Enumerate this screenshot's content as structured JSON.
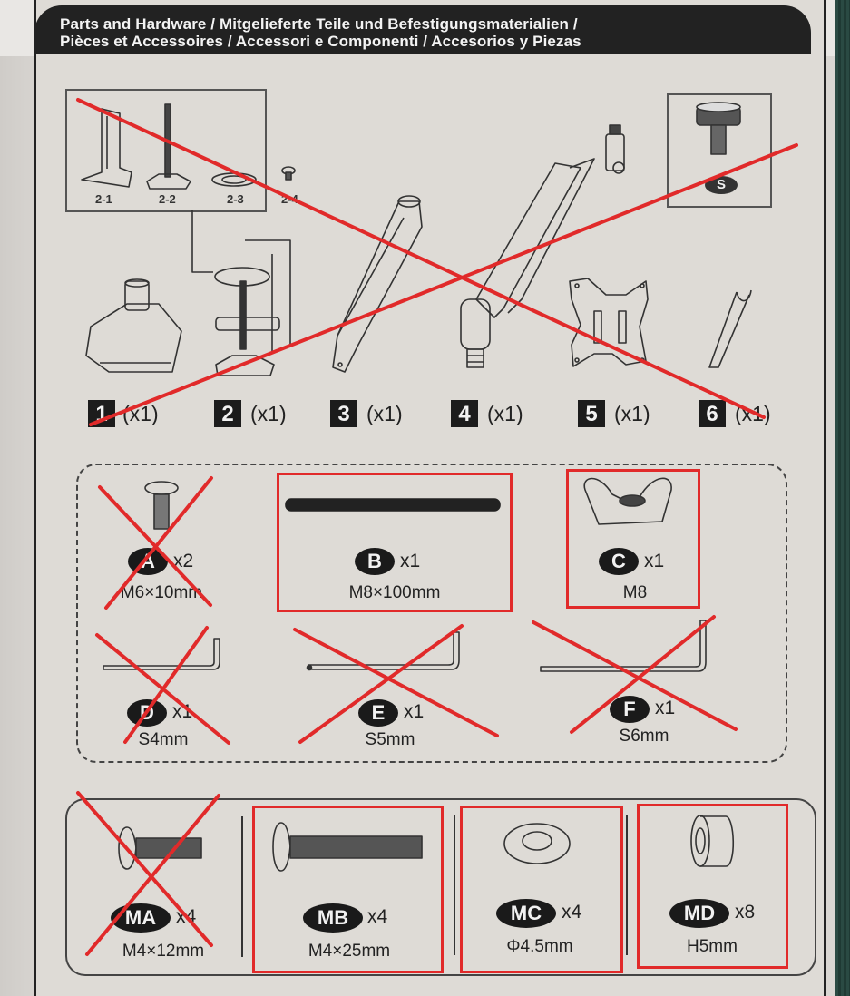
{
  "header": {
    "line1": "Parts and Hardware  /  Mitgelieferte Teile und Befestigungsmaterialien  /",
    "line2": "Pièces et Accessoires  /  Accessori e Componenti  /  Accesorios y Piezas"
  },
  "clamp_subparts": [
    "2-1",
    "2-2",
    "2-3",
    "2-4"
  ],
  "thumb_screw": {
    "label": "S"
  },
  "main_parts": [
    {
      "number": "1",
      "qty": "(x1)",
      "crossed": true
    },
    {
      "number": "2",
      "qty": "(x1)",
      "crossed": true
    },
    {
      "number": "3",
      "qty": "(x1)",
      "crossed": true
    },
    {
      "number": "4",
      "qty": "(x1)",
      "crossed": true
    },
    {
      "number": "5",
      "qty": "(x1)",
      "crossed": true
    },
    {
      "number": "6",
      "qty": "(x1)",
      "crossed": true
    }
  ],
  "hardware": [
    {
      "code": "A",
      "count": "x2",
      "size": "M6×10mm",
      "status": "crossed"
    },
    {
      "code": "B",
      "count": "x1",
      "size": "M8×100mm",
      "status": "boxed"
    },
    {
      "code": "C",
      "count": "x1",
      "size": "M8",
      "status": "boxed"
    },
    {
      "code": "D",
      "count": "x1",
      "size": "S4mm",
      "status": "crossed"
    },
    {
      "code": "E",
      "count": "x1",
      "size": "S5mm",
      "status": "crossed"
    },
    {
      "code": "F",
      "count": "x1",
      "size": "S6mm",
      "status": "crossed"
    }
  ],
  "monitor_hardware": [
    {
      "code": "MA",
      "count": "x4",
      "size": "M4×12mm",
      "status": "crossed"
    },
    {
      "code": "MB",
      "count": "x4",
      "size": "M4×25mm",
      "status": "boxed"
    },
    {
      "code": "MC",
      "count": "x4",
      "size": "Φ4.5mm",
      "status": "boxed"
    },
    {
      "code": "MD",
      "count": "x8",
      "size": "H5mm",
      "status": "boxed"
    }
  ],
  "colors": {
    "annotation_red": "#e12a2a",
    "ink": "#1c1c1c",
    "paper": "#dedbd6",
    "background_green": "#2a4a43"
  }
}
